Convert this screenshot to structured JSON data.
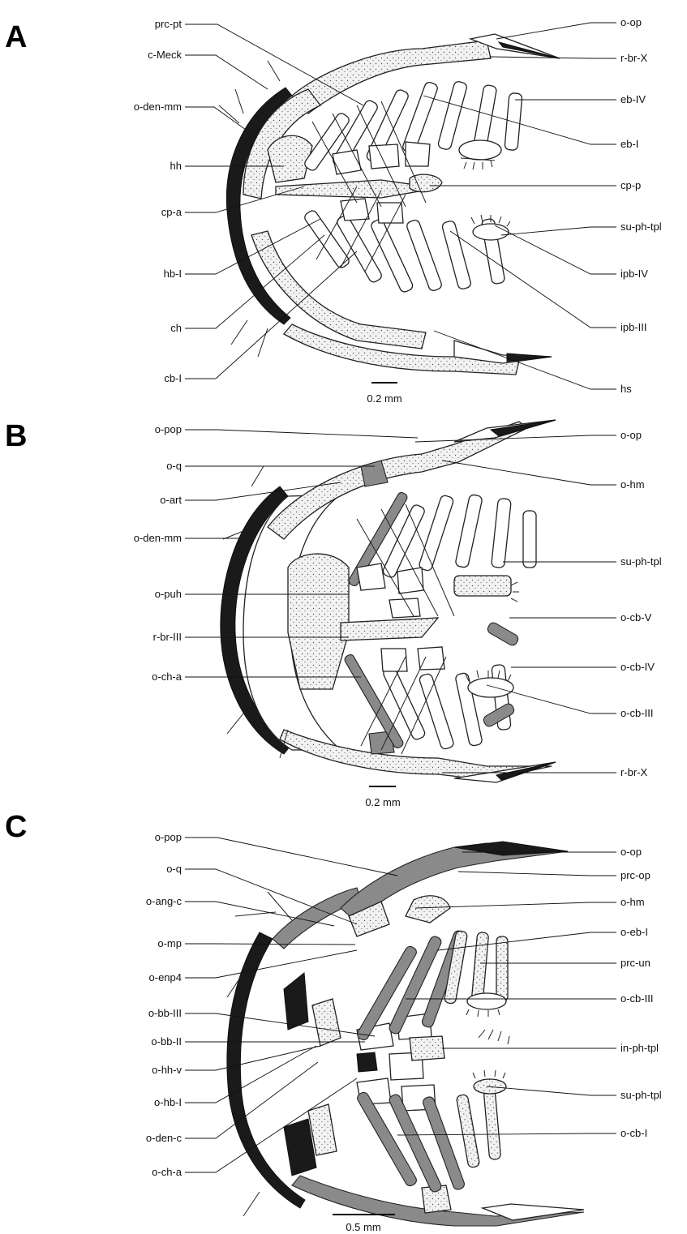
{
  "panels": [
    {
      "letter": "A",
      "scale": "0.2 mm",
      "left_labels": [
        "prc-pt",
        "c-Meck",
        "o-den-mm",
        "hh",
        "cp-a",
        "hb-I",
        "ch",
        "cb-I"
      ],
      "right_labels": [
        "o-op",
        "r-br-X",
        "eb-IV",
        "eb-I",
        "cp-p",
        "su-ph-tpl",
        "ipb-IV",
        "ipb-III",
        "hs"
      ]
    },
    {
      "letter": "B",
      "scale": "0.2 mm",
      "left_labels": [
        "o-pop",
        "o-q",
        "o-art",
        "o-den-mm",
        "o-puh",
        "r-br-III",
        "o-ch-a"
      ],
      "right_labels": [
        "o-op",
        "o-hm",
        "su-ph-tpl",
        "o-cb-V",
        "o-cb-IV",
        "o-cb-III",
        "r-br-X"
      ]
    },
    {
      "letter": "C",
      "scale": "0.5 mm",
      "left_labels": [
        "o-pop",
        "o-q",
        "o-ang-c",
        "o-mp",
        "o-enp4",
        "o-bb-III",
        "o-bb-II",
        "o-hh-v",
        "o-hb-I",
        "o-den-c",
        "o-ch-a"
      ],
      "right_labels": [
        "o-op",
        "prc-op",
        "o-hm",
        "o-eb-I",
        "prc-un",
        "o-cb-III",
        "in-ph-tpl",
        "su-ph-tpl",
        "o-cb-I"
      ]
    }
  ]
}
